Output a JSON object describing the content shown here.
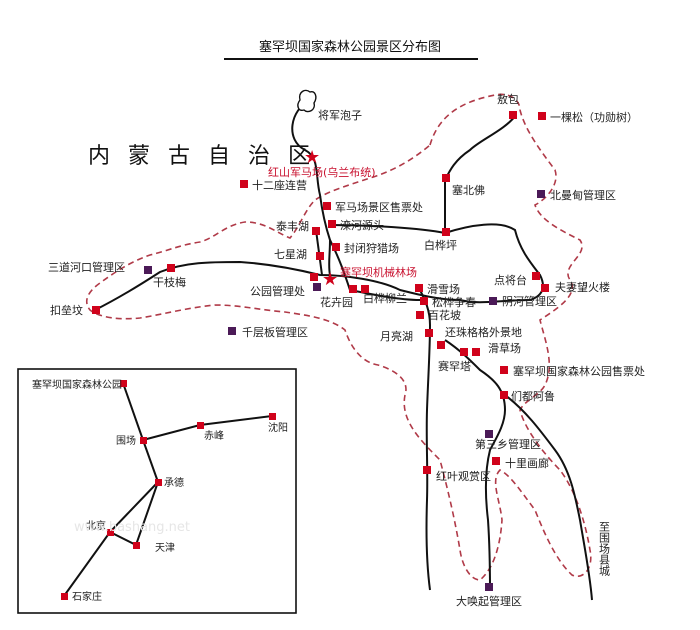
{
  "title": "塞罕坝国家森林公园景区分布图",
  "region_label": "内蒙古自治区",
  "colors": {
    "spot": "#d0021b",
    "station": "#4b1a57",
    "boundary": "#b03a48",
    "road": "#111111",
    "highlight_text": "#c8102e"
  },
  "highlight_labels": {
    "hongshan": "红山军马场(乌兰布统)",
    "forest_farm": "塞罕坝机械林场"
  },
  "spots": {
    "jiangjun": "将军泡子",
    "aobao": "敖包",
    "yikesong": "一棵松（功勋树）",
    "shiersan": "十二座连营",
    "saibeifo": "塞北佛",
    "beimandian": "北曼甸管理区",
    "junma": "军马场景区售票处",
    "taifeng": "泰丰湖",
    "luanhe": "滦河源头",
    "fengbi": "封闭狩猎场",
    "baihuaping": "白桦坪",
    "qixing": "七星湖",
    "sandao": "三道河口管理区",
    "ganzhimei": "干枝梅",
    "koulei": "扣垒坟",
    "gongyuan": "公园管理处",
    "huahui": "花卉园",
    "baihualiu": "白桦柳兰",
    "huaxue": "滑雪场",
    "songhua": "松桦争春",
    "baihuapo": "百花坡",
    "dianjiang": "点将台",
    "fuqi": "夫妻望火楼",
    "yinguo": "阴河管理区",
    "qianceng": "千层板管理区",
    "yueliang": "月亮湖",
    "zhuge": "还珠格格外景地",
    "huacao": "滑草场",
    "saihanta": "赛罕塔",
    "shoupiao": "塞罕坝国家森林公园售票处",
    "aduhu": "们都阿鲁",
    "disan": "第三乡管理区",
    "shili": "十里画廊",
    "hongye": "红叶观赏区",
    "dahuan": "大唤起管理区",
    "to_city": "至围场县城"
  },
  "inset": {
    "park": "塞罕坝国家森林公园",
    "weichang": "围场",
    "chifeng": "赤峰",
    "shenyang": "沈阳",
    "chengde": "承德",
    "beijing": "北京",
    "tianjin": "天津",
    "shijiazhuang": "石家庄"
  },
  "watermark": "www.bashang.net"
}
